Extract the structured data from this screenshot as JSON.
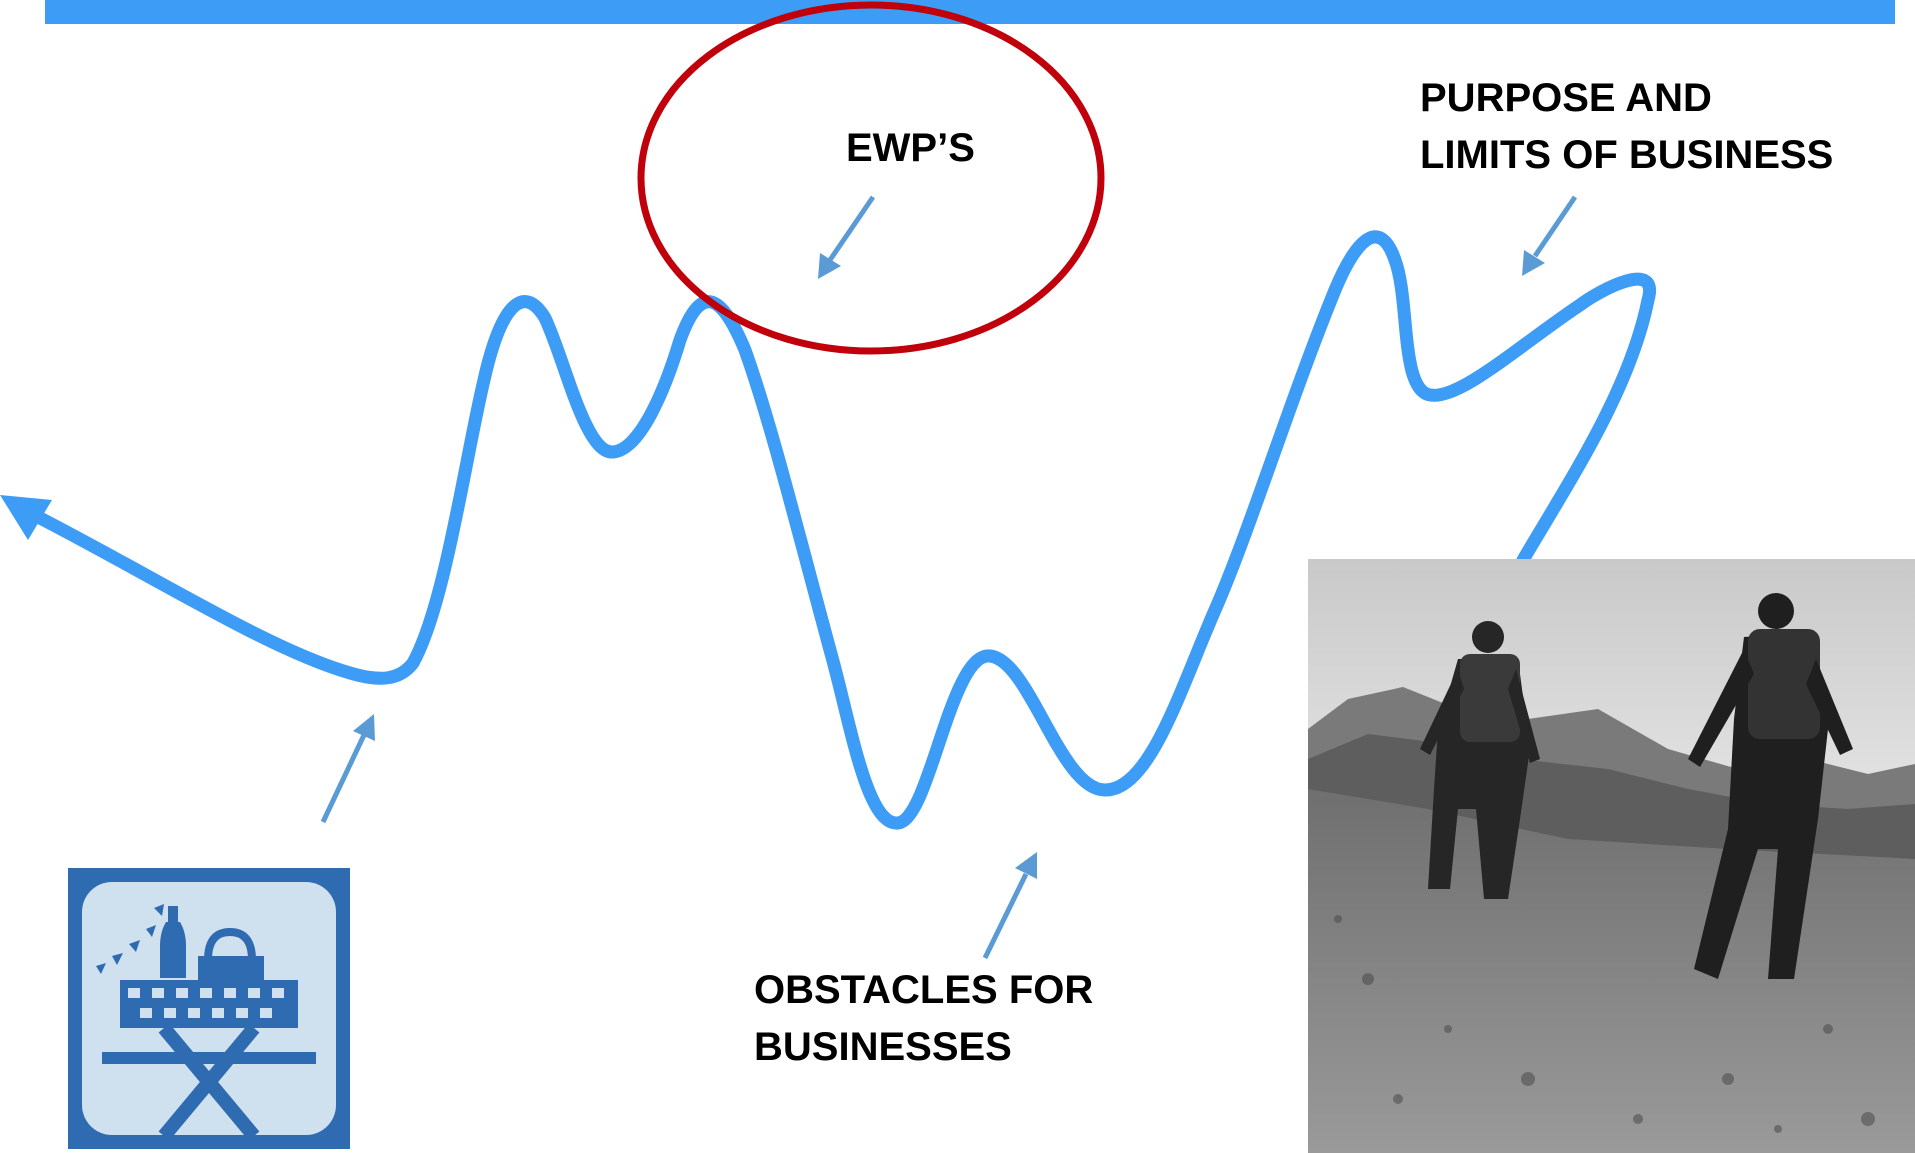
{
  "labels": {
    "ewps": "EWP’S",
    "purpose": [
      "PURPOSE AND",
      "LIMITS OF BUSINESS"
    ],
    "obstacles": [
      "OBSTACLES FOR",
      "BUSINESSES"
    ]
  },
  "colors": {
    "accent_blue": "#3d9cf5",
    "arrow_blue": "#5b9bd5",
    "highlight_red": "#c0000b",
    "text": "#000000",
    "icon_blue": "#2e6bb0",
    "icon_light": "#cfe0ef"
  },
  "icons": {
    "picnic": "picnic-table-icon",
    "photo": "hikers-photo"
  }
}
